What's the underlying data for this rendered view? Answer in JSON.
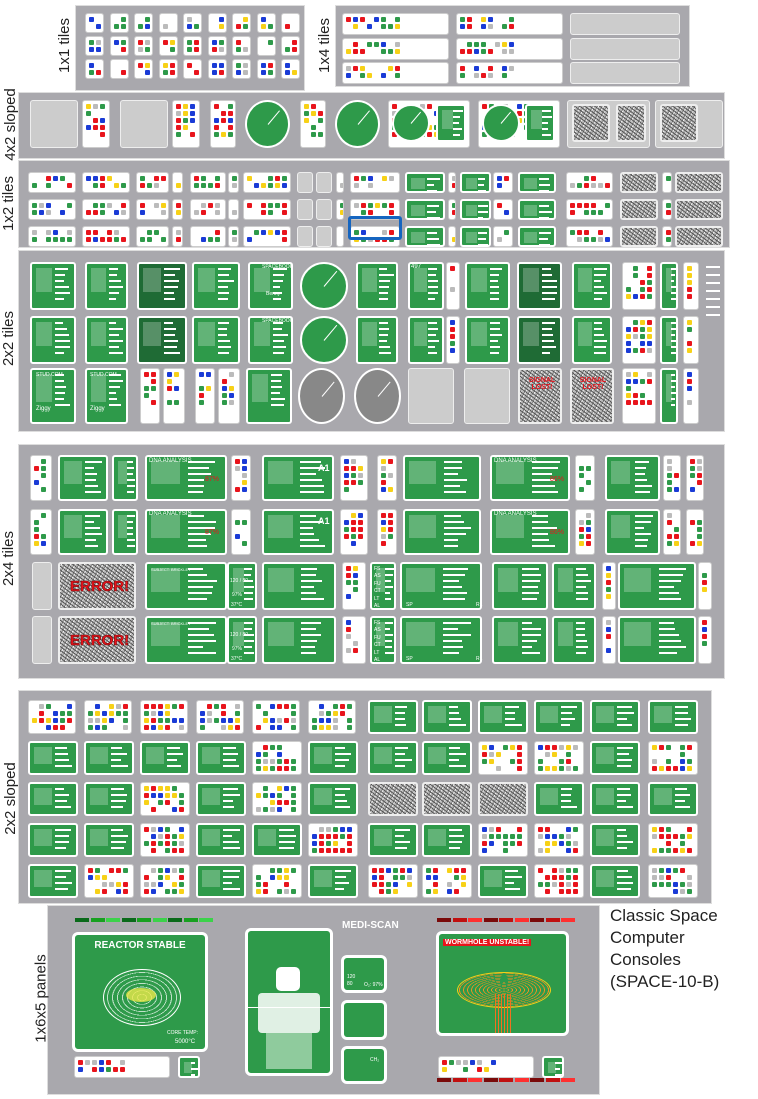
{
  "sections": {
    "tiles_1x1": "1x1 tiles",
    "tiles_1x4": "1x4 tiles",
    "sloped_4x2": "4x2 sloped",
    "tiles_1x2": "1x2 tiles",
    "tiles_2x2": "2x2 tiles",
    "tiles_2x4": "2x4 tiles",
    "sloped_2x2": "2x2 sloped",
    "panels_1x6x5": "1x6x5 panels"
  },
  "title": {
    "line1": "Classic Space",
    "line2": "Computer Consoles",
    "line3": "(SPACE-10-B)"
  },
  "tiles_2x2": {
    "spacebook": "SPACEBOOK",
    "spacebook_name": "Benny",
    "stud": "STUD.COM",
    "stud_name": "Ziggy",
    "readout": "497",
    "signal_lost": "SIGNAL LOST!"
  },
  "tiles_2x4": {
    "dna_title": "DNA ANALYSIS",
    "dna_pct_1": "87%",
    "dna_pct_2": "86%",
    "error": "ERROR!",
    "subject": "SUBJECT: BRICKLEY",
    "bp": "120 / 80",
    "o2": "97%",
    "temp": "37°C",
    "chip_label": "A1",
    "systems": [
      "FS",
      "AS",
      "FU",
      "CT",
      "LT",
      "AL"
    ],
    "sp": "SP",
    "rl": "RL"
  },
  "panels": {
    "reactor_title": "REACTOR STABLE",
    "core_temp_label": "CORE TEMP:",
    "core_temp_value": "5000°C",
    "medi_title": "MEDI-SCAN",
    "bp_top": "120",
    "bp_bottom": "80",
    "o2": "O₂: 97%",
    "ch2": "CH₂",
    "wormhole_title": "WORMHOLE UNSTABLE!"
  },
  "colors": {
    "green": "#2e9a4a",
    "red": "#e8141c",
    "yellow": "#f7d117",
    "blue": "#1a3bd6",
    "panel": "#a9a8ad"
  }
}
